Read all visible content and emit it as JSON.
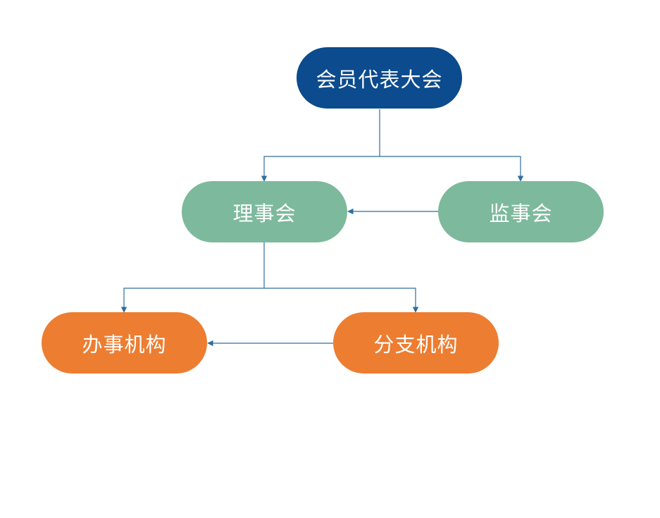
{
  "nodes": {
    "assembly": "会员代表大会",
    "council": "理事会",
    "supervisory": "监事会",
    "office": "办事机构",
    "branch": "分支机构"
  },
  "colors": {
    "top": "#0b4b8e",
    "middle": "#7db99c",
    "bottom": "#ed7d31",
    "connector": "#2e6e9e"
  }
}
